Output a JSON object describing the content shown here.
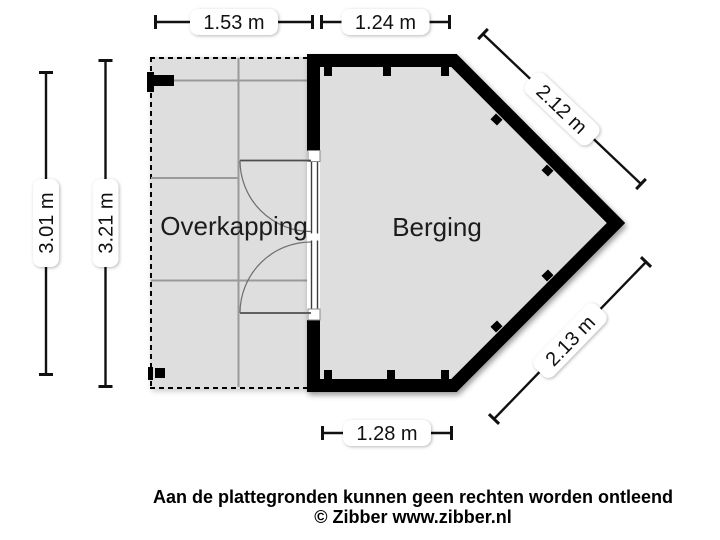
{
  "colors": {
    "wall": "#000000",
    "room-fill": "#dedede",
    "inner-line": "#9a9a9a",
    "door-line": "#4d4d4d",
    "dim-line": "#111111",
    "label-bg": "#ffffff",
    "text": "#111111"
  },
  "rooms": {
    "overkapping": {
      "label": "Overkapping"
    },
    "berging": {
      "label": "Berging"
    }
  },
  "dimensions": {
    "top_overkapping": "1.53 m",
    "top_berging": "1.24 m",
    "left_inner": "3.01 m",
    "left_outer": "3.21 m",
    "diagonal_upper": "2.12 m",
    "diagonal_lower": "2.13 m",
    "bottom_berging": "1.28 m"
  },
  "footer": {
    "disclaimer": "Aan de plattegronden kunnen geen rechten worden ontleend",
    "credit": "© Zibber www.zibber.nl"
  }
}
